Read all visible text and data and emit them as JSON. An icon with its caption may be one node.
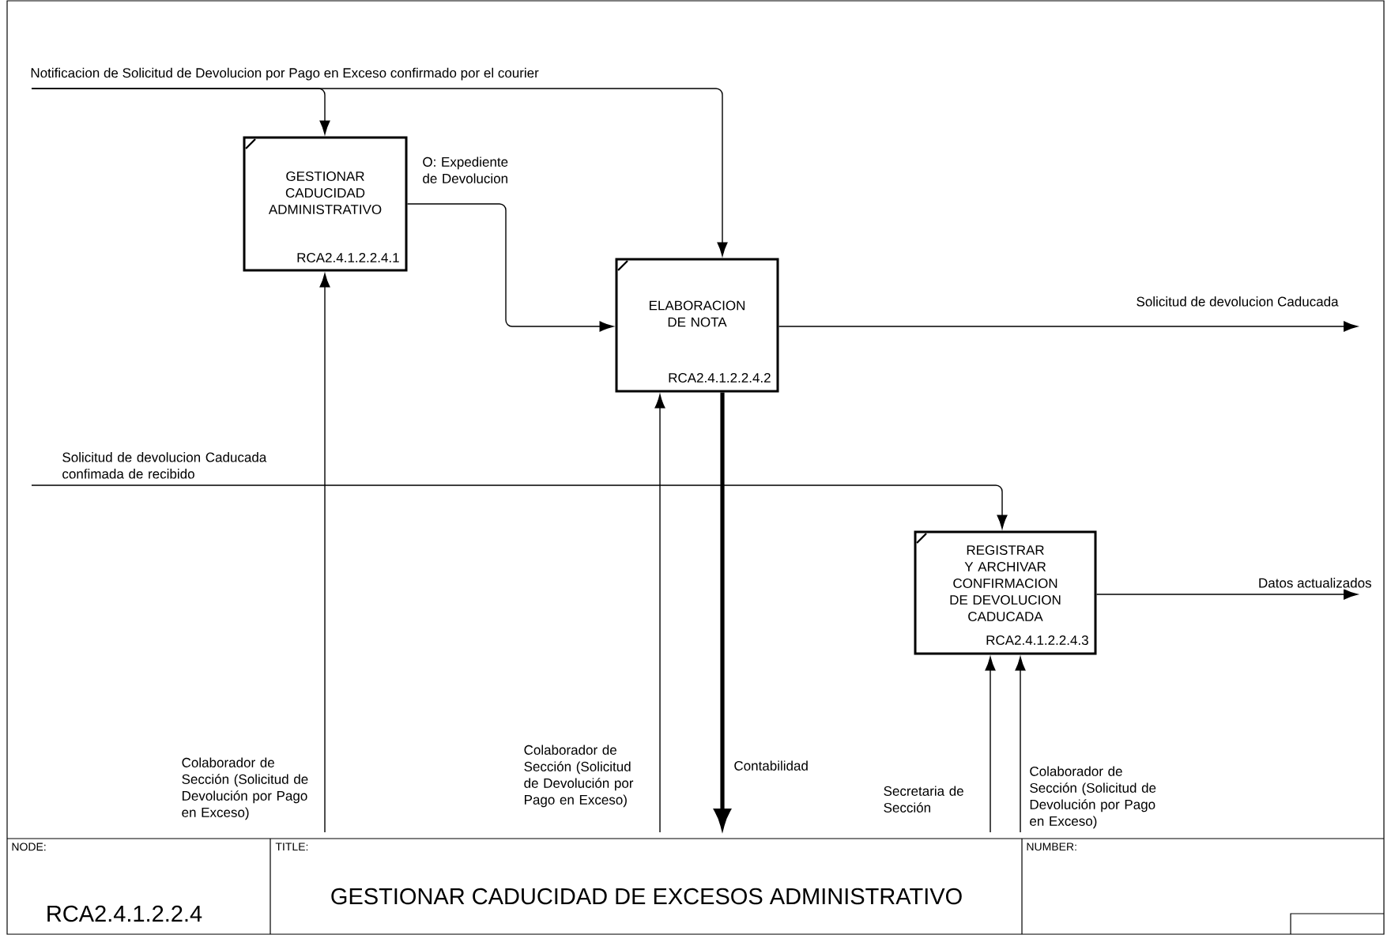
{
  "diagram": {
    "title": "GESTIONAR CADUCIDAD DE EXCESOS ADMINISTRATIVO",
    "nodes": [
      {
        "text": [
          "GESTIONAR CADUCIDAD ADMINISTRATIVO",
          "RCA2.4.1.2.2.4.1"
        ]
      },
      {
        "text": [
          "ELABORACION DE NOTA",
          "RCA2.4.1.2.2.4.2"
        ]
      },
      {
        "text": [
          "REGISTRAR Y ARCHIVAR CONFIRMACION DE DEVOLUCION CADUCADA",
          "RCA2.4.1.2.2.4.3"
        ]
      }
    ],
    "edges": [
      {
        "from": null,
        "to": 0,
        "arrow": "to",
        "label": "Notificacion de Solicitud de Devolucion por Pago en Exceso confirmado por el courier"
      },
      {
        "from": null,
        "to": 1,
        "arrow": "to"
      },
      {
        "from": 0,
        "to": 1,
        "arrow": "to",
        "label": "O: Expediente de Devolucion"
      },
      {
        "from": 1,
        "to": null,
        "arrow": "to",
        "label": "Solicitud de devolucion Caducada"
      },
      {
        "from": null,
        "to": 2,
        "arrow": "to",
        "label": "Solicitud de devolucion Caducada confimada de recibido"
      },
      {
        "from": 2,
        "to": null,
        "arrow": "to",
        "label": "Datos actualizados"
      },
      {
        "from": null,
        "to": 0,
        "arrow": "to",
        "label": "Colaborador de Sección (Solicitud de Devolución por Pago en Exceso)"
      },
      {
        "from": null,
        "to": 1,
        "arrow": "to",
        "label": "Colaborador de Sección (Solicitud de Devolución por Pago en Exceso)"
      },
      {
        "from": 1,
        "to": null,
        "arrow": "to",
        "style": "thick",
        "label": "Contabilidad"
      },
      {
        "from": null,
        "to": 2,
        "arrow": "to",
        "label": "Secretaria de Sección"
      },
      {
        "from": null,
        "to": 2,
        "arrow": "to",
        "label": "Colaborador de Sección (Solicitud de Devolución por Pago en Exceso)"
      }
    ],
    "labels": [
      "NODE:",
      "RCA2.4.1.2.2.4",
      "TITLE:",
      "NUMBER:"
    ]
  }
}
